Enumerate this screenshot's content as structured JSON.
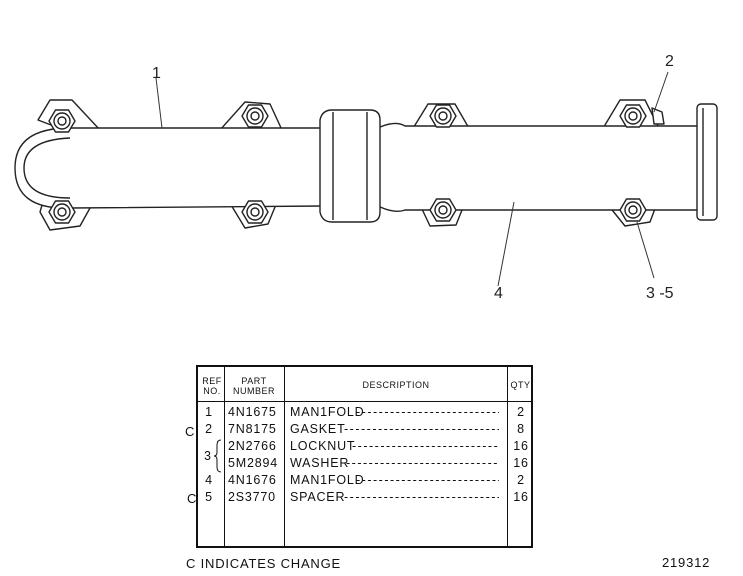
{
  "callouts": {
    "manifold_front": "1",
    "gasket": "2",
    "nut_washer": "3 -5",
    "manifold_rear": "4"
  },
  "table": {
    "headers": {
      "ref": "REF NO.",
      "part": "PART NUMBER",
      "desc": "DESCRIPTION",
      "qty": "QTY"
    },
    "rows": [
      {
        "change": "",
        "ref": "1",
        "part": "4N1675",
        "desc": "MAN1FOLD",
        "qty": "2"
      },
      {
        "change": "C",
        "ref": "2",
        "part": "7N8175",
        "desc": "GASKET",
        "qty": "8"
      },
      {
        "change": "",
        "ref": "",
        "part": "2N2766",
        "desc": "LOCKNUT",
        "qty": "16"
      },
      {
        "change": "",
        "ref": "",
        "part": "5M2894",
        "desc": "WASHER",
        "qty": "16"
      },
      {
        "change": "",
        "ref": "4",
        "part": "4N1676",
        "desc": "MAN1FOLD",
        "qty": "2"
      },
      {
        "change": "C",
        "ref": "5",
        "part": "2S3770",
        "desc": "SPACER",
        "qty": "16"
      }
    ],
    "group_ref": "3",
    "dashes": "--------------------------------------------"
  },
  "footer": {
    "note": "C INDICATES CHANGE",
    "drawing_number": "219312"
  }
}
